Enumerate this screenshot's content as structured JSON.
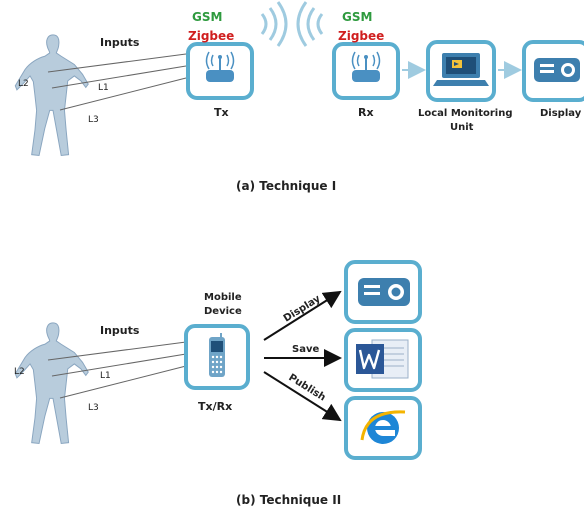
{
  "technique1": {
    "caption": "(a) Technique I",
    "inputs_label": "Inputs",
    "leads": [
      "L1",
      "L2",
      "L3"
    ],
    "tx": {
      "label": "Tx",
      "gsm": "GSM",
      "zigbee": "Zigbee"
    },
    "rx": {
      "label": "Rx",
      "gsm": "GSM",
      "zigbee": "Zigbee"
    },
    "local_unit": {
      "line1": "Local Monitoring",
      "line2": "Unit"
    },
    "display": {
      "label": "Display"
    }
  },
  "technique2": {
    "caption": "(b) Technique II",
    "inputs_label": "Inputs",
    "leads": [
      "L1",
      "L2",
      "L3"
    ],
    "mobile": {
      "line1": "Mobile",
      "line2": "Device",
      "label": "Tx/Rx"
    },
    "arrows": {
      "display": "Display",
      "save": "Save",
      "publish": "Publish"
    }
  },
  "colors": {
    "box_border": "#5aaecf",
    "icon_blue": "#3d7fae",
    "gsm": "#2e9a3e",
    "zigbee": "#d01f1f",
    "human": "#b8ccdc"
  }
}
